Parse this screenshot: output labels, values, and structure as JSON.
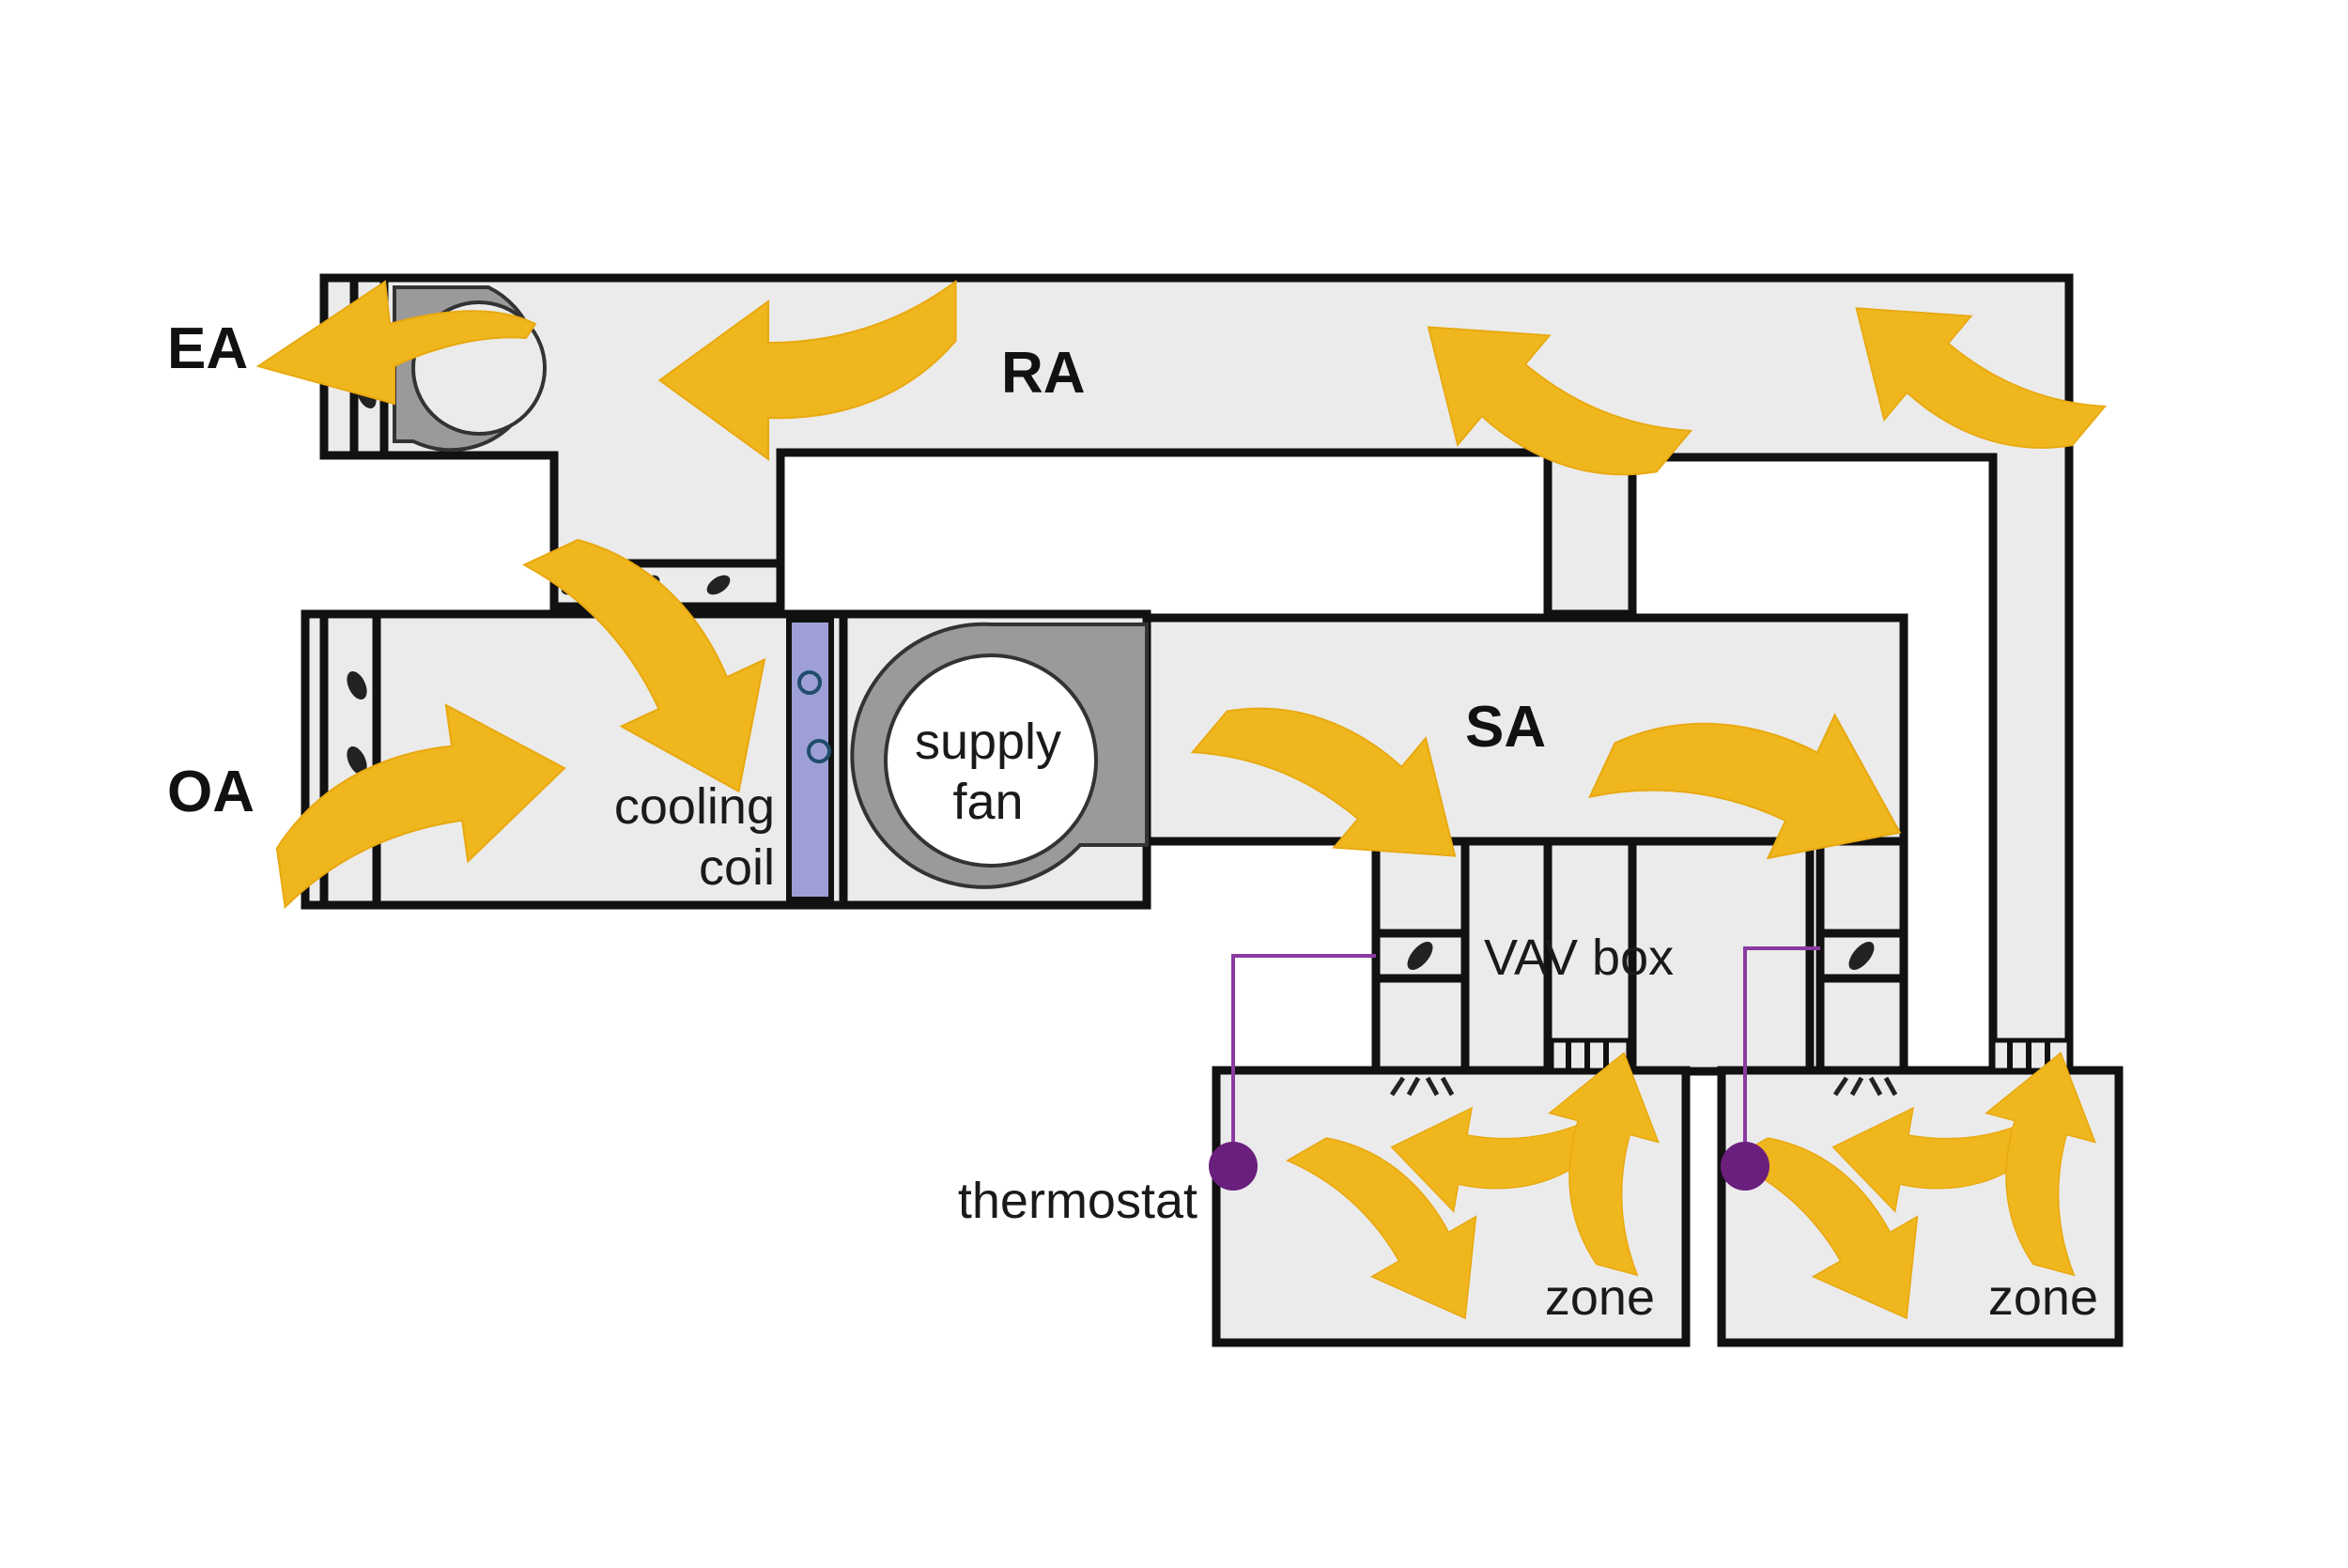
{
  "colors": {
    "duct_fill": "#ebebeb",
    "outline": "#111111",
    "airflow_arrow": "#f0b61e",
    "cooling_coil": "#9d9fd6",
    "fan_housing": "#9a9a9a",
    "thermostat": "#6a1f7d",
    "thermostat_wire": "#8a3aa0"
  },
  "labels": {
    "ea": "EA",
    "ra": "RA",
    "oa": "OA",
    "sa": "SA",
    "cooling_coil_line1": "cooling",
    "cooling_coil_line2": "coil",
    "supply_fan_line1": "supply",
    "supply_fan_line2": "fan",
    "vav_box": "VAV box",
    "thermostat": "thermostat",
    "zone_left": "zone",
    "zone_right": "zone"
  },
  "icons": [
    "damper-icon",
    "return-fan-icon",
    "supply-fan-icon",
    "cooling-coil-icon",
    "diffuser-icon",
    "return-grille-icon",
    "thermostat-icon",
    "airflow-arrow-icon"
  ]
}
